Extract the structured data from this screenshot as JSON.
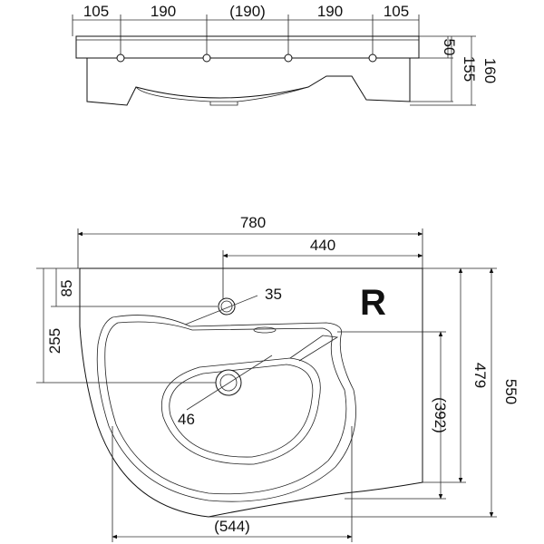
{
  "top_view": {
    "widths": [
      "105",
      "190",
      "(190)",
      "190",
      "105"
    ],
    "heights": [
      "50",
      "155",
      "160"
    ]
  },
  "plan_view": {
    "overall_width": "780",
    "tap_offset": "440",
    "tap_hole_diameter": "35",
    "tap_hole_from_back": "85",
    "drain_from_back": "255",
    "drain_diameter": "46",
    "depth_right": "479",
    "depth_overall": "550",
    "bowl_depth": "(392)",
    "bowl_width": "(544)",
    "side_mark": "R"
  }
}
